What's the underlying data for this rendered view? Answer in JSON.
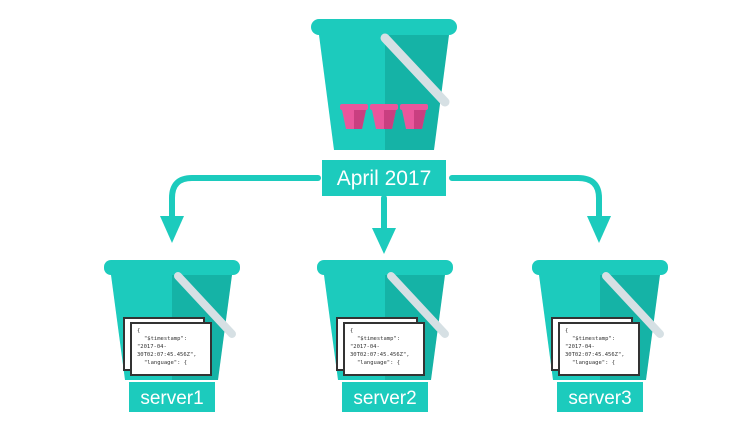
{
  "diagram": {
    "root": {
      "label": "April 2017"
    },
    "children": [
      {
        "label": "server1",
        "doc_lines": [
          "{",
          "\"$timestamp\":",
          "\"2017-04-",
          "30T02:07:45.456Z\",",
          "\"language\": {"
        ]
      },
      {
        "label": "server2",
        "doc_lines": [
          "{",
          "\"$timestamp\":",
          "\"2017-04-",
          "30T02:07:45.456Z\",",
          "\"language\": {"
        ]
      },
      {
        "label": "server3",
        "doc_lines": [
          "{",
          "\"$timestamp\":",
          "\"2017-04-",
          "30T02:07:45.456Z\",",
          "\"language\": {"
        ]
      }
    ],
    "colors": {
      "bucket_light": "#1ccbbd",
      "bucket_dark": "#15b3a6",
      "rim": "#1ccbbd",
      "handle": "#d6e0e4",
      "arrow": "#1ccbbd",
      "label_bg": "#1ccbbd",
      "mini_bucket": "#e9579c",
      "mini_bucket_dark": "#c93f80"
    }
  }
}
